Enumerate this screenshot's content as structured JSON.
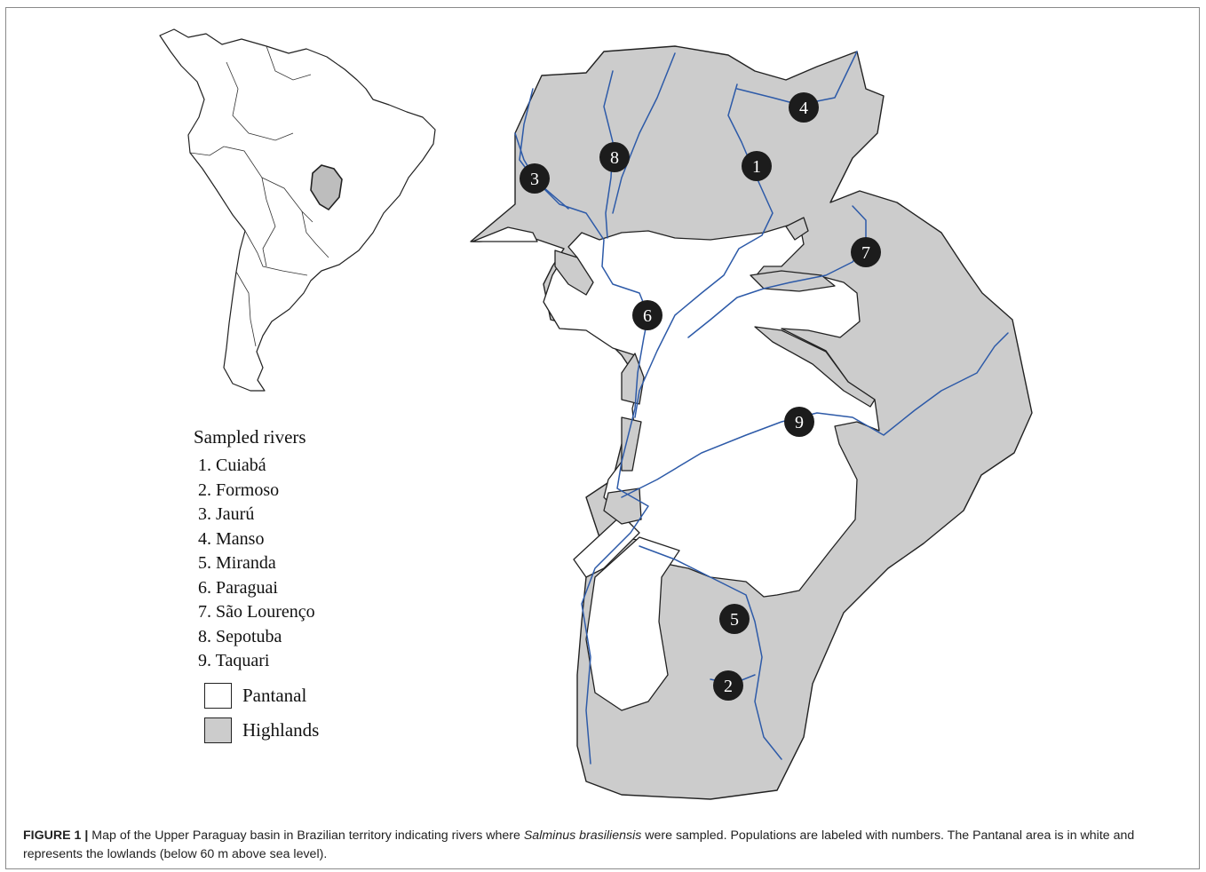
{
  "legend": {
    "title": "Sampled rivers",
    "rivers": [
      {
        "num": "1",
        "label": "1. Cuiabá"
      },
      {
        "num": "2",
        "label": "2. Formoso"
      },
      {
        "num": "3",
        "label": "3. Jaurú"
      },
      {
        "num": "4",
        "label": "4. Manso"
      },
      {
        "num": "5",
        "label": "5. Miranda"
      },
      {
        "num": "6",
        "label": "6. Paraguai"
      },
      {
        "num": "7",
        "label": "7. São Lourenço"
      },
      {
        "num": "8",
        "label": "8. Sepotuba"
      },
      {
        "num": "9",
        "label": "9. Taquari"
      }
    ],
    "pantanal_label": "Pantanal",
    "highlands_label": "Highlands"
  },
  "colors": {
    "highlands": "#cccccc",
    "pantanal": "#ffffff",
    "river": "#2d5aa8",
    "marker": "#1c1c1c",
    "outline": "#222222"
  },
  "caption": {
    "label": "FIGURE 1 |",
    "part1": " Map of the Upper Paraguay basin in Brazilian territory indicating rivers where ",
    "species": "Salminus brasiliensis",
    "part2": " were sampled. Populations are labeled with numbers. The Pantanal area is in white and represents the lowlands (below 60 m above sea level)."
  }
}
